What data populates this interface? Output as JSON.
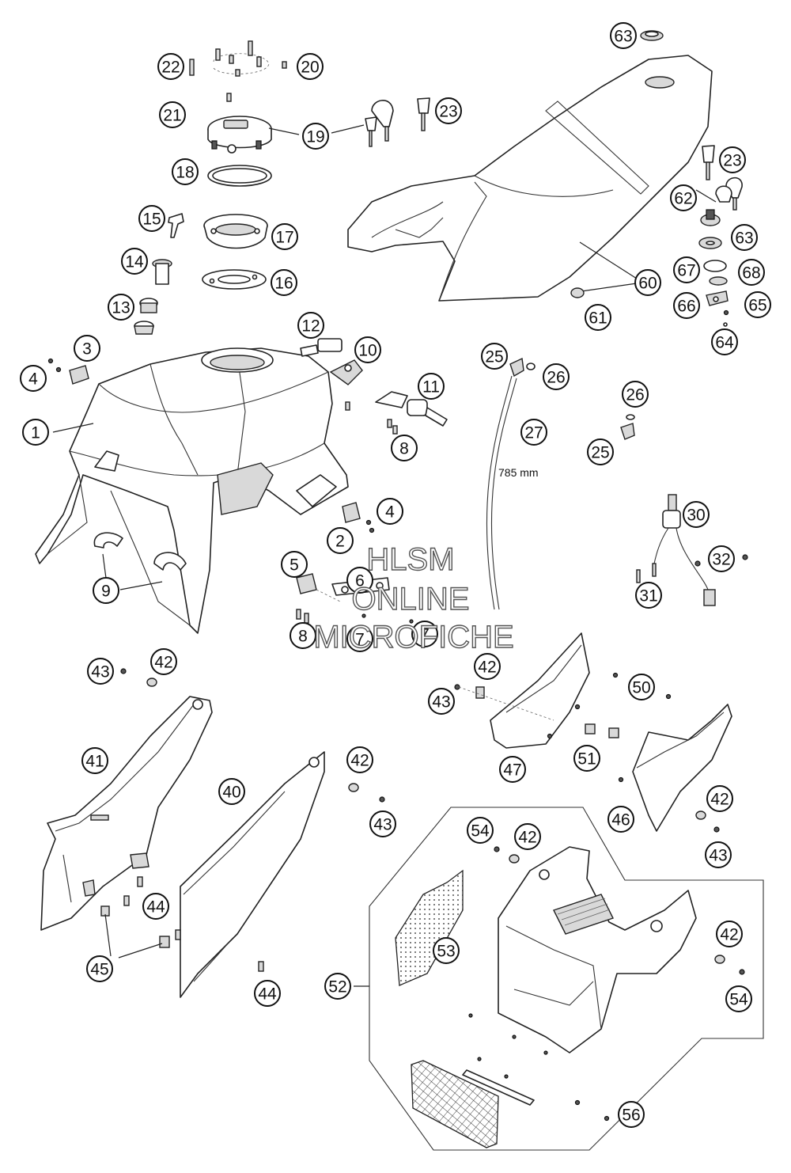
{
  "diagram": {
    "dimension_label": "785 mm",
    "watermark": [
      "HLSM",
      "ONLINE",
      "MICROFICHE"
    ],
    "callouts": [
      "63",
      "22",
      "20",
      "21",
      "19",
      "23",
      "18",
      "23",
      "15",
      "17",
      "62",
      "63",
      "14",
      "16",
      "67",
      "68",
      "60",
      "13",
      "61",
      "66",
      "65",
      "12",
      "10",
      "3",
      "25",
      "26",
      "64",
      "4",
      "1",
      "11",
      "8",
      "26",
      "27",
      "25",
      "4",
      "30",
      "2",
      "5",
      "32",
      "9",
      "6",
      "31",
      "8",
      "7",
      "7",
      "42",
      "43",
      "42",
      "50",
      "43",
      "41",
      "47",
      "51",
      "40",
      "42",
      "42",
      "46",
      "43",
      "43",
      "54",
      "42",
      "44",
      "53",
      "42",
      "45",
      "52",
      "44",
      "54",
      "56"
    ]
  }
}
